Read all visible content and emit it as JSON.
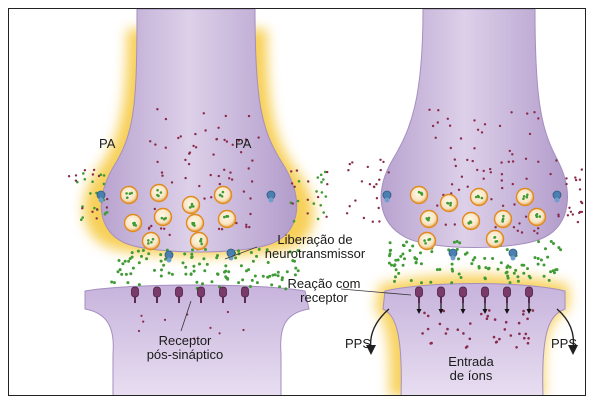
{
  "labels": {
    "pa_left": "PA",
    "pa_right": "PA",
    "liberacao_line1": "Liberação de",
    "liberacao_line2": "neurotransmissor",
    "reacao_line1": "Reação com",
    "reacao_line2": "receptor",
    "receptor_line1": "Receptor",
    "receptor_line2": "pós-sináptico",
    "pps_left": "PPS",
    "pps_right": "PPS",
    "entrada_line1": "Entrada",
    "entrada_line2": "de íons"
  },
  "colors": {
    "terminal": "#cbbad9",
    "terminal_dark": "#a994c4",
    "depolarization_glow": "#f4c430",
    "depolarization_glow_light": "#fdf08a",
    "vesicle_ring": "#e08a1e",
    "neurotransmitter": "#3f9b35",
    "ion": "#8a2a4a",
    "receptor": "#7a3a6a",
    "channel": "#4a7fb0"
  }
}
